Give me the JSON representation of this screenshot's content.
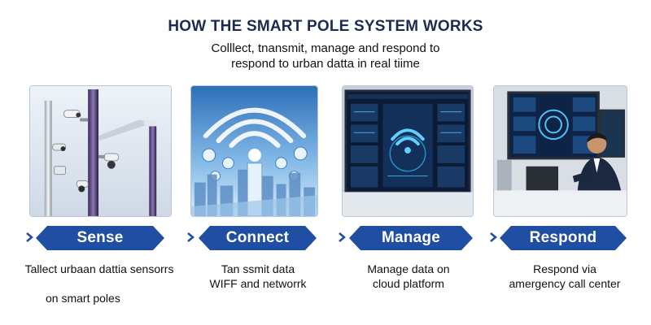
{
  "header": {
    "title": "HOW THE SMART POLE SYSTEM WORKS",
    "subtitle_line1": "Colllect, tnansmit, manage and respond to",
    "subtitle_line2": "respond to urban datta in real tiime"
  },
  "steps": [
    {
      "label": "Sense",
      "desc_line1": "Tallect urbaan dattia sensorrs",
      "desc_line2": "on smart poles"
    },
    {
      "label": "Connect",
      "desc_line1": "Tan ssmit data",
      "desc_line2": "WIFF and networrk"
    },
    {
      "label": "Manage",
      "desc_line1": "Manage data on",
      "desc_line2": "cloud platform"
    },
    {
      "label": "Respond",
      "desc_line1": "Respond via",
      "desc_line2": "amergency call center"
    }
  ],
  "colors": {
    "banner": "#1f4ea3",
    "title": "#1c2b52",
    "arrow": "#1f4ea3"
  },
  "icons": {
    "step_arrow": "chevron-right-icon"
  }
}
